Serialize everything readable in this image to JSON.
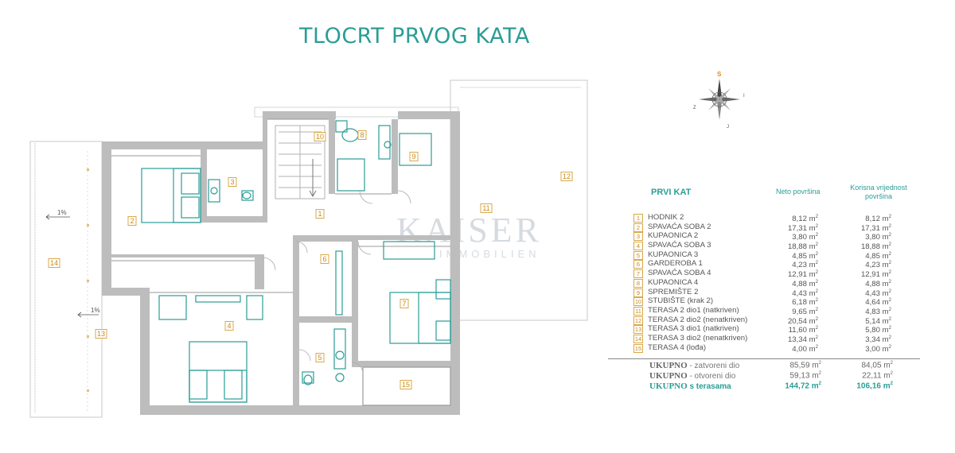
{
  "title": "TLOCRT PRVOG KATA",
  "compass": {
    "north": "S",
    "east": "I",
    "south": "J",
    "west": "Z"
  },
  "watermark": {
    "brand": "KAISER",
    "sub": "IMMOBILIEN"
  },
  "plan": {
    "slope_a": "1%",
    "slope_b": "1%",
    "room_labels": [
      "1",
      "2",
      "3",
      "4",
      "5",
      "6",
      "7",
      "8",
      "9",
      "10",
      "11",
      "12",
      "13",
      "14",
      "15"
    ]
  },
  "legend": {
    "section": "PRVI KAT",
    "col_net": "Neto površina",
    "col_useful_line1": "Korisna vrijednost",
    "col_useful_line2": "površina",
    "unit": "m",
    "rows": [
      {
        "n": "1",
        "name": "HODNIK 2",
        "net": "8,12",
        "useful": "8,12"
      },
      {
        "n": "2",
        "name": "SPAVAĆA SOBA 2",
        "net": "17,31",
        "useful": "17,31"
      },
      {
        "n": "3",
        "name": "KUPAONICA 2",
        "net": "3,80",
        "useful": "3,80"
      },
      {
        "n": "4",
        "name": "SPAVAĆA SOBA 3",
        "net": "18,88",
        "useful": "18,88"
      },
      {
        "n": "5",
        "name": "KUPAONICA 3",
        "net": "4,85",
        "useful": "4,85"
      },
      {
        "n": "6",
        "name": "GARDEROBA 1",
        "net": "4,23",
        "useful": "4,23"
      },
      {
        "n": "7",
        "name": "SPAVAĆA SOBA 4",
        "net": "12,91",
        "useful": "12,91"
      },
      {
        "n": "8",
        "name": "KUPAONICA 4",
        "net": "4,88",
        "useful": "4,88"
      },
      {
        "n": "9",
        "name": "SPREMIŠTE 2",
        "net": "4,43",
        "useful": "4,43"
      },
      {
        "n": "10",
        "name": "STUBIŠTE  (krak 2)",
        "net": "6,18",
        "useful": "4,64"
      },
      {
        "n": "11",
        "name": "TERASA 2 dio1 (natkriven)",
        "net": "9,65",
        "useful": "4,83"
      },
      {
        "n": "12",
        "name": "TERASA 2 dio2 (nenatkriven)",
        "net": "20,54",
        "useful": "5,14"
      },
      {
        "n": "13",
        "name": "TERASA 3 dio1 (natkriven)",
        "net": "11,60",
        "useful": "5,80"
      },
      {
        "n": "14",
        "name": "TERASA 3 dio2 (nenatkriven)",
        "net": "13,34",
        "useful": "3,34"
      },
      {
        "n": "15",
        "name": "TERASA 4 (lođa)",
        "net": "4,00",
        "useful": "3,00"
      }
    ],
    "totals": [
      {
        "key": "UKUPNO",
        "desc": " - zatvoreni dio",
        "net": "85,59",
        "useful": "84,05"
      },
      {
        "key": "UKUPNO",
        "desc": " - otvoreni dio",
        "net": "59,13",
        "useful": "22,11"
      },
      {
        "key": "UKUPNO",
        "desc": " s terasama",
        "net": "144,72",
        "useful": "106,16"
      }
    ]
  }
}
